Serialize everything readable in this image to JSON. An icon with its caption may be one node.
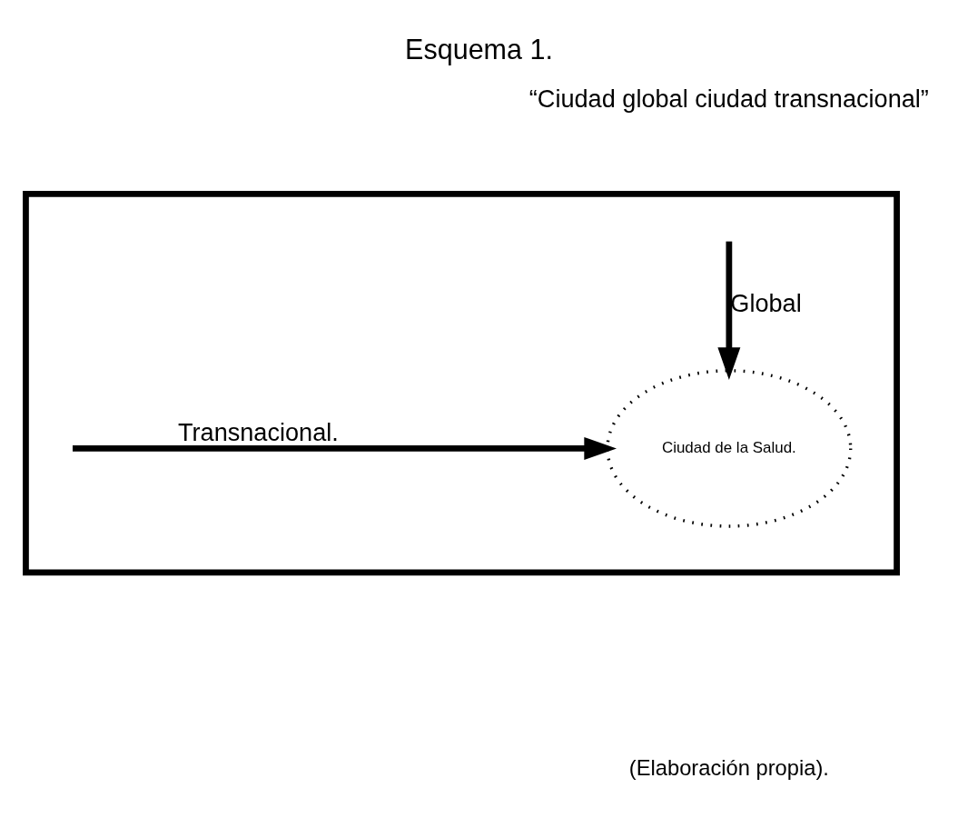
{
  "diagram": {
    "title": "Esquema 1.",
    "caption": "(Elaboración propia).",
    "nodes": [
      {
        "text": [],
        "shape": "box"
      },
      {
        "text": [
          "Ciudad de la Salud."
        ],
        "in": 0
      }
    ],
    "edges": [
      {
        "from": null,
        "to": 1,
        "arrow": "to",
        "label": "Transnacional."
      },
      {
        "from": null,
        "to": 1,
        "arrow": "to",
        "label": "Global"
      }
    ],
    "labels": [
      "“Ciudad global ciudad transnacional”"
    ]
  }
}
